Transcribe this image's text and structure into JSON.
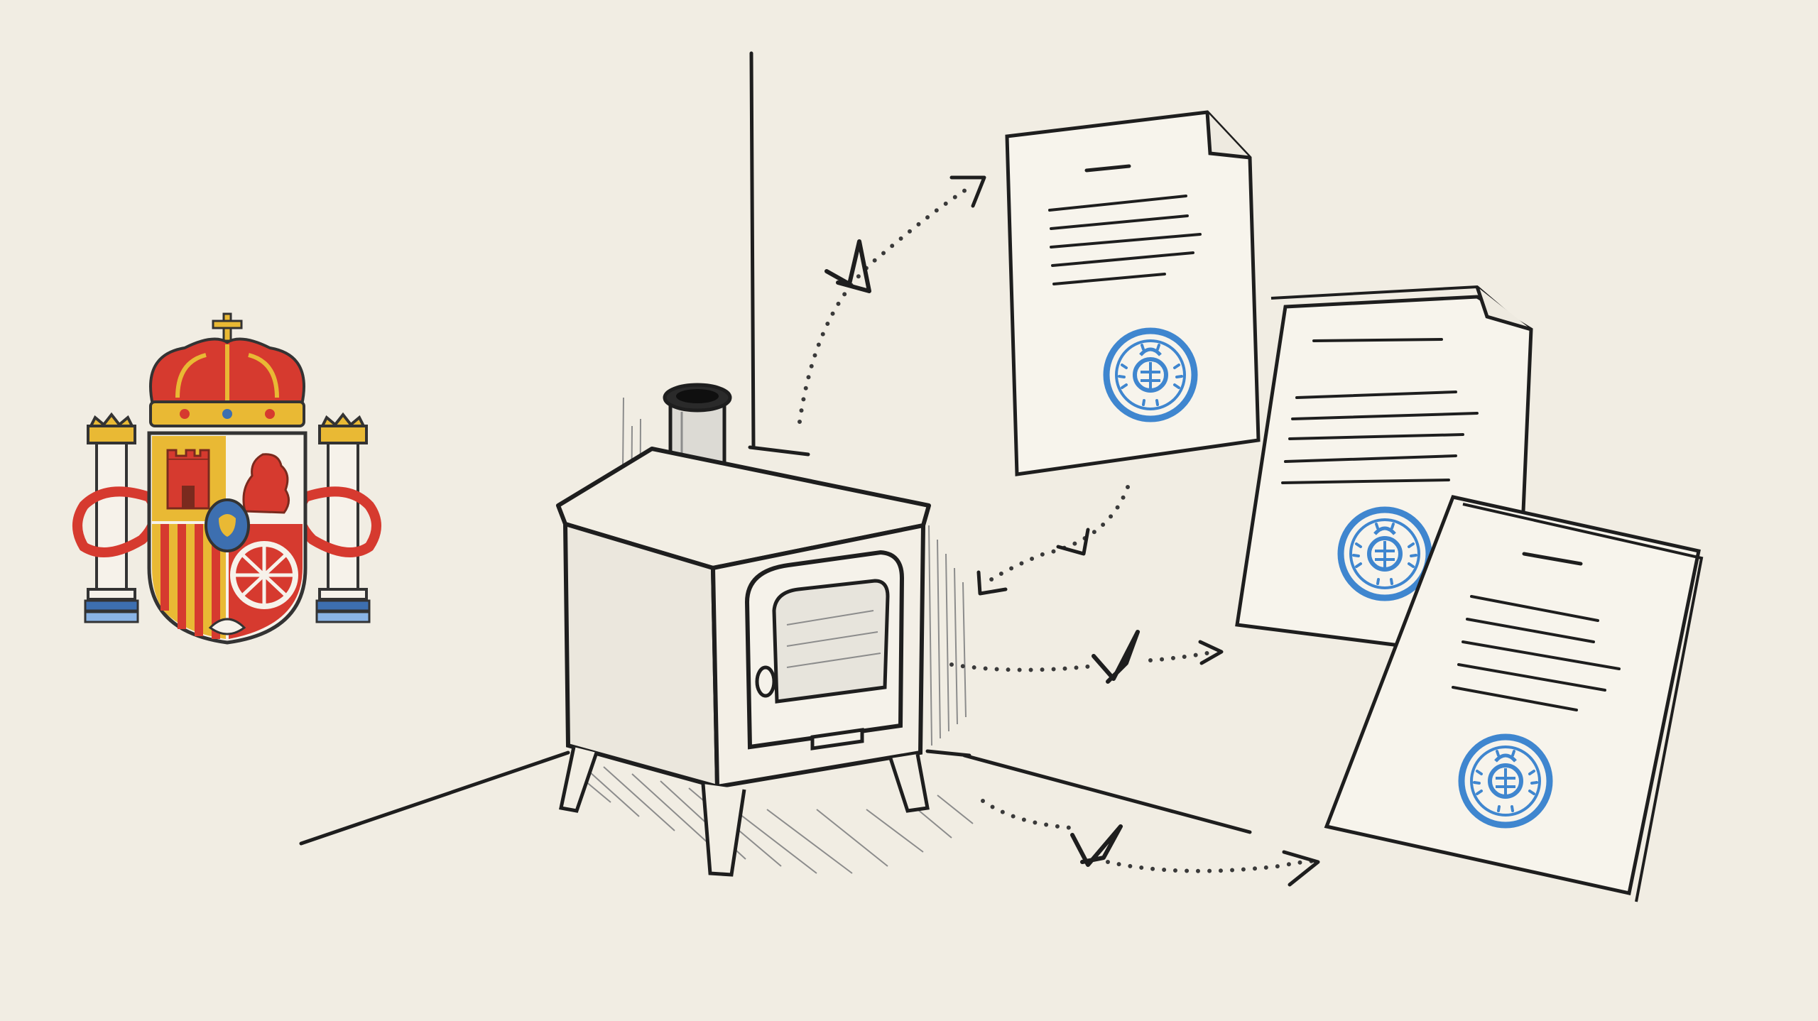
{
  "colors": {
    "paper": "#f1ede3",
    "ink": "#1e1e1e",
    "seal": "#3f86cf",
    "crest_red": "#d63a2f",
    "crest_gold": "#e9b934",
    "crest_blue": "#3d6fb0"
  },
  "icons": {
    "crest": "spain-coat-of-arms-icon",
    "stove": "wood-stove-icon",
    "document": "certificate-document-icon",
    "seal": "official-stamp-icon",
    "check": "checkmark-icon",
    "arrow": "dotted-arrow-icon"
  },
  "documents": [
    {
      "id": "document-1",
      "sealed": true
    },
    {
      "id": "document-2",
      "sealed": true
    },
    {
      "id": "document-3",
      "sealed": true
    }
  ],
  "connections": [
    {
      "id": "connector-top",
      "checked": true,
      "arrowheads": "end"
    },
    {
      "id": "connector-middle",
      "checked": false,
      "arrowheads": "both"
    },
    {
      "id": "connector-side",
      "checked": true,
      "arrowheads": "end"
    },
    {
      "id": "connector-bottom",
      "checked": true,
      "arrowheads": "end"
    }
  ]
}
